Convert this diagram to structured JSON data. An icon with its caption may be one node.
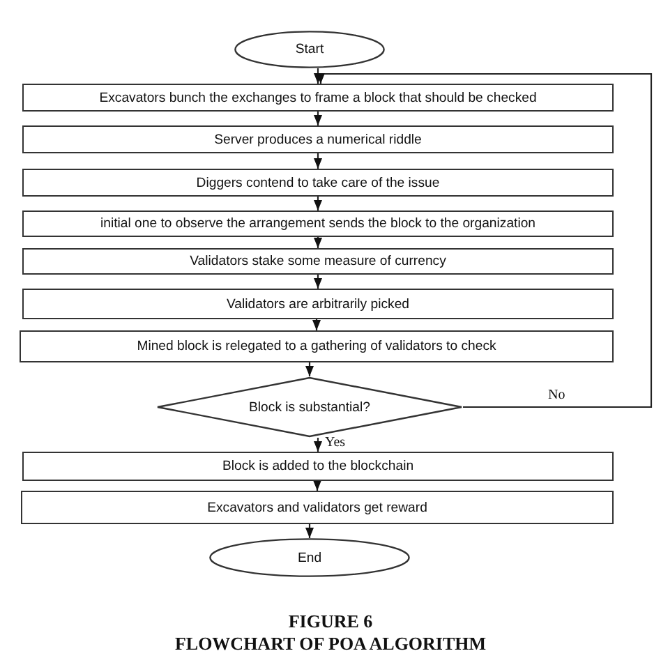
{
  "diagram": {
    "nodes": [
      {
        "text": [
          "Start"
        ]
      },
      {
        "text": [
          "Excavators bunch the exchanges to frame a block that should be checked"
        ]
      },
      {
        "text": [
          "Server produces a numerical riddle"
        ]
      },
      {
        "text": [
          "Diggers contend to take care of the issue"
        ]
      },
      {
        "text": [
          "initial one to observe the arrangement sends the block to the organization"
        ]
      },
      {
        "text": [
          "Validators stake some measure of currency"
        ]
      },
      {
        "text": [
          "Validators are arbitrarily picked"
        ]
      },
      {
        "text": [
          "Mined block is relegated to a gathering of validators to check"
        ]
      },
      {
        "text": [
          "Block is substantial?"
        ]
      },
      {
        "text": [
          "Block is added to the blockchain"
        ]
      },
      {
        "text": [
          "Excavators and validators get reward"
        ]
      },
      {
        "text": [
          "End"
        ]
      }
    ],
    "edges": [
      {
        "from": 0,
        "to": 1,
        "arrow": "to"
      },
      {
        "from": 1,
        "to": 2,
        "arrow": "to"
      },
      {
        "from": 2,
        "to": 3,
        "arrow": "to"
      },
      {
        "from": 3,
        "to": 4,
        "arrow": "to"
      },
      {
        "from": 4,
        "to": 5,
        "arrow": "to"
      },
      {
        "from": 5,
        "to": 6,
        "arrow": "to"
      },
      {
        "from": 6,
        "to": 7,
        "arrow": "to"
      },
      {
        "from": 7,
        "to": 8,
        "arrow": "to"
      },
      {
        "from": 8,
        "to": 9,
        "arrow": "to",
        "label": "Yes"
      },
      {
        "from": 9,
        "to": 10,
        "arrow": "to"
      },
      {
        "from": 10,
        "to": 11,
        "arrow": "to"
      },
      {
        "from": 8,
        "to": 1,
        "arrow": "to",
        "label": "No"
      }
    ],
    "labels": [
      "FIGURE 6",
      "FLOWCHART OF POA ALGORITHM"
    ]
  }
}
